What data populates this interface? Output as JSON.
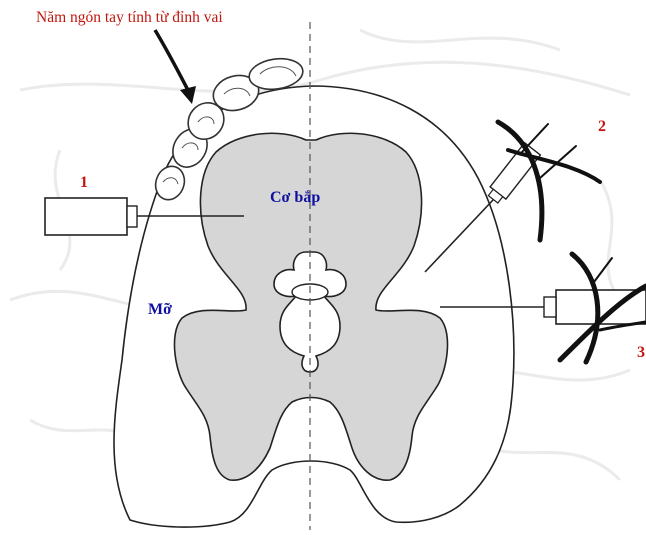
{
  "annotation": {
    "text": "Năm ngón tay tính từ đỉnh vai"
  },
  "labels": {
    "muscle": "Cơ bắp",
    "fat": "Mỡ",
    "needle_1": "1",
    "needle_2": "2",
    "needle_3": "3"
  },
  "colors": {
    "annotation": "#c0180f",
    "tissue_label": "#1010a0",
    "muscle_fill": "#d6d6d6",
    "outline": "#222222",
    "background": "#ffffff"
  },
  "icons": {
    "fingers": "finger-outline-shapes",
    "syringe": "syringe-outline",
    "hand": "hand-stroke-shapes"
  }
}
